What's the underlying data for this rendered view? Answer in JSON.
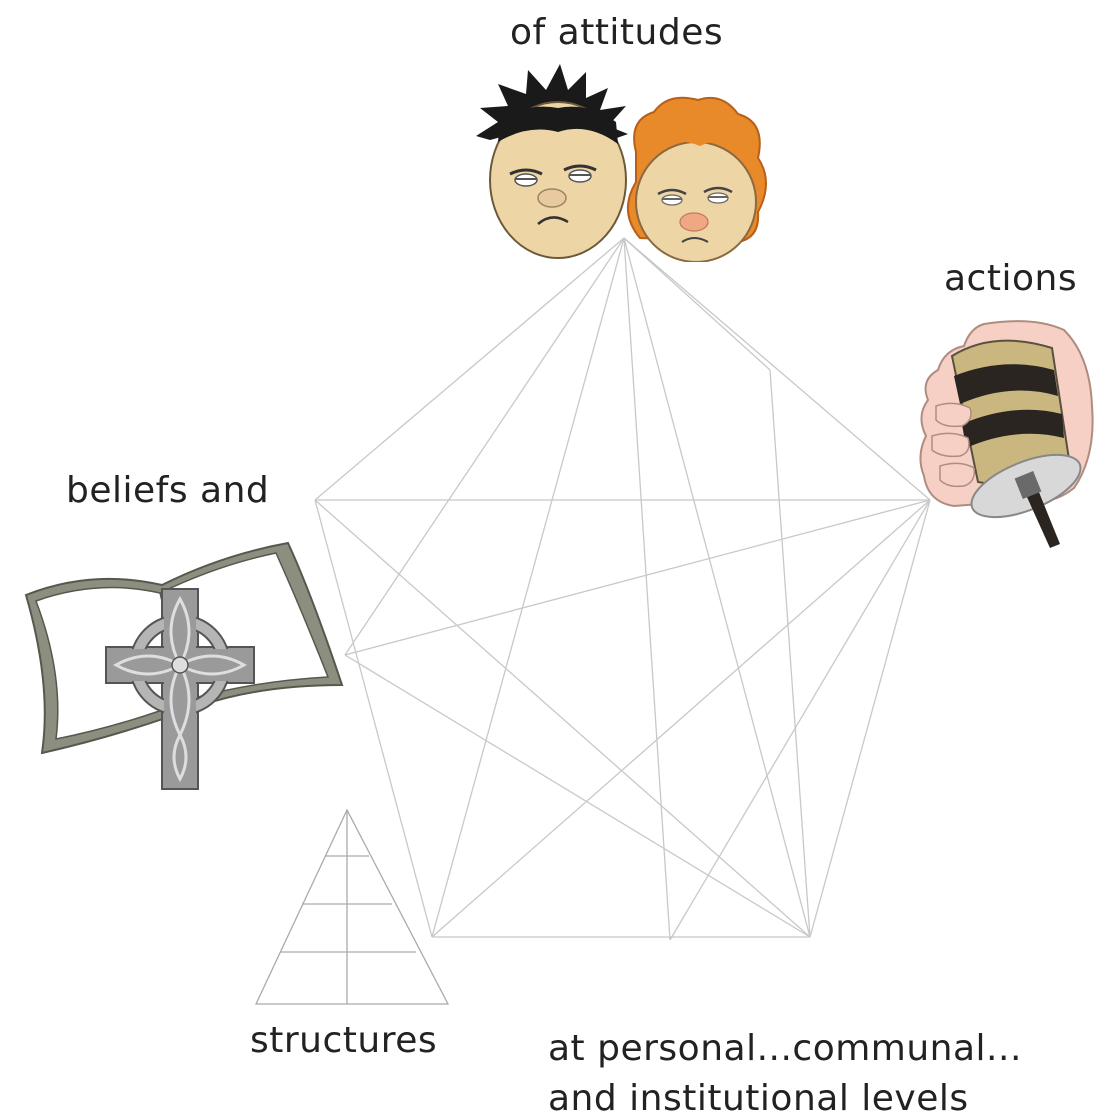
{
  "labels": {
    "attitudes": "of attitudes",
    "actions": "actions",
    "beliefs": "beliefs  and",
    "structures": "structures",
    "levels_line1": "at personal...communal...",
    "levels_line2": "and institutional levels"
  },
  "icons": {
    "attitudes": "two-faces-icon",
    "actions": "hand-holding-knife-icon",
    "beliefs": "bible-celtic-cross-icon",
    "structures": "pyramid-icon"
  },
  "colors": {
    "lines": "#c8c8c8",
    "text": "#222222",
    "skin": "#eed5a6",
    "orange_hair": "#e8892a",
    "book_grey": "#8c8f80",
    "cross_grey": "#9a9a9a",
    "hand_pink": "#f6d0c4",
    "handle_khaki": "#c9b77f"
  }
}
